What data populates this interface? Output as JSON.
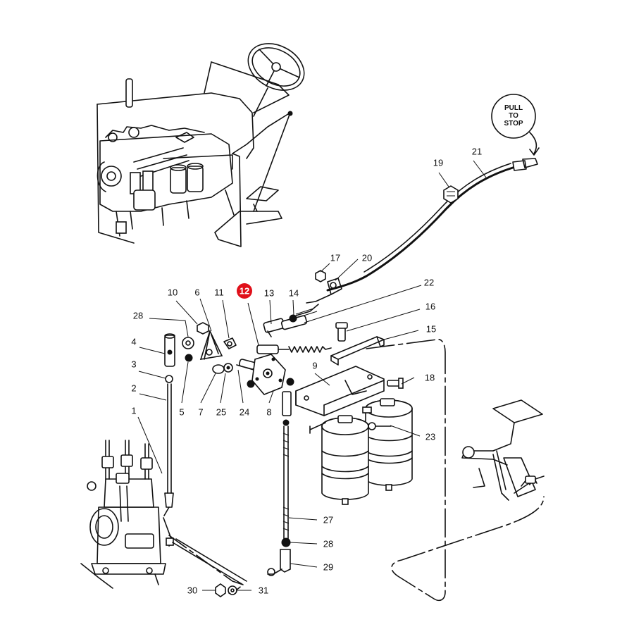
{
  "stop_knob": {
    "line1": "PULL",
    "line2": "TO",
    "line3": "STOP"
  },
  "highlight_color": "#e0101a",
  "highlighted_callout": "12",
  "callouts": [
    {
      "id": "1",
      "label": "1"
    },
    {
      "id": "2",
      "label": "2"
    },
    {
      "id": "3",
      "label": "3"
    },
    {
      "id": "4",
      "label": "4"
    },
    {
      "id": "5",
      "label": "5"
    },
    {
      "id": "6",
      "label": "6"
    },
    {
      "id": "7",
      "label": "7"
    },
    {
      "id": "8",
      "label": "8"
    },
    {
      "id": "9",
      "label": "9"
    },
    {
      "id": "10",
      "label": "10"
    },
    {
      "id": "11",
      "label": "11"
    },
    {
      "id": "12",
      "label": "12"
    },
    {
      "id": "13",
      "label": "13"
    },
    {
      "id": "14",
      "label": "14"
    },
    {
      "id": "15",
      "label": "15"
    },
    {
      "id": "16",
      "label": "16"
    },
    {
      "id": "17",
      "label": "17"
    },
    {
      "id": "18",
      "label": "18"
    },
    {
      "id": "19",
      "label": "19"
    },
    {
      "id": "20",
      "label": "20"
    },
    {
      "id": "21",
      "label": "21"
    },
    {
      "id": "22",
      "label": "22"
    },
    {
      "id": "23",
      "label": "23"
    },
    {
      "id": "24",
      "label": "24"
    },
    {
      "id": "25",
      "label": "25"
    },
    {
      "id": "27",
      "label": "27"
    },
    {
      "id": "28a",
      "label": "28"
    },
    {
      "id": "28b",
      "label": "28"
    },
    {
      "id": "29",
      "label": "29"
    },
    {
      "id": "30",
      "label": "30"
    },
    {
      "id": "31",
      "label": "31"
    }
  ]
}
